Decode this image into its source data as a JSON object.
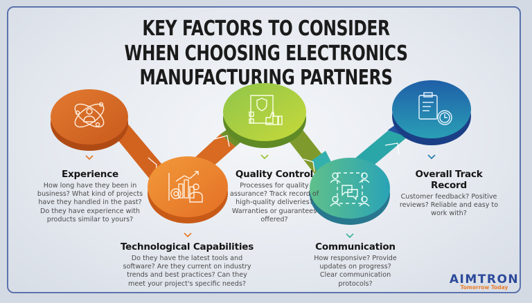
{
  "title": {
    "line1": "KEY FACTORS TO CONSIDER",
    "line2": "WHEN CHOOSING ELECTRONICS MANUFACTURING PARTNERS"
  },
  "factors": [
    {
      "heading": "Experience",
      "icon": "atom-person-icon",
      "color": "#e2712b",
      "body": "How long have they been in business? What kind of projects have they handled in the past? Do they have experience with products similar to yours?",
      "lines": [
        "How long have they been in",
        "business? What kind of",
        "projects have they handled in",
        "the past? Do they have",
        "experience with products",
        "similar to yours?"
      ]
    },
    {
      "heading": "Technological Capabilities",
      "icon": "growth-chart-gear-person-icon",
      "color": "#ea7d2d",
      "body": "Do they have the latest tools and software? Are they current on industry trends and best practices? Can they meet your project's specific needs?",
      "lines": [
        "Do they have the latest tools and",
        "software? Are they current on industry",
        "trends and best practices? Can they",
        "meet your project's specific needs?"
      ]
    },
    {
      "heading": "Quality Control",
      "icon": "checklist-shield-thumbs-up-icon",
      "color": "#9cc43a",
      "body": "Processes for quality assurance? Track record of high-quality deliveries? Warranties or guarantees offered?",
      "lines": [
        "Processes for quality",
        "assurance? Track",
        "record of high-quality",
        "deliveries? Warranties",
        "or guarantees offered?"
      ]
    },
    {
      "heading": "Communication",
      "icon": "team-chat-icon",
      "color": "#3fb49a",
      "body": "How responsive? Provide updates on progress? Clear communication protocols?",
      "lines": [
        "How responsive? Provide",
        "updates on progress?",
        "Clear communication",
        "protocols?"
      ]
    },
    {
      "heading": "Overall Track Record",
      "icon": "clipboard-clock-icon",
      "color": "#2476b0",
      "body": "Customer feedback? Positive reviews? Reliable and easy to work with?",
      "lines": [
        "Customer feedback?",
        "Positive reviews? Reliable",
        "and easy to work with?"
      ]
    }
  ],
  "logo": {
    "brand": "AIMTRON",
    "tagline": "Tomorrow Today"
  }
}
